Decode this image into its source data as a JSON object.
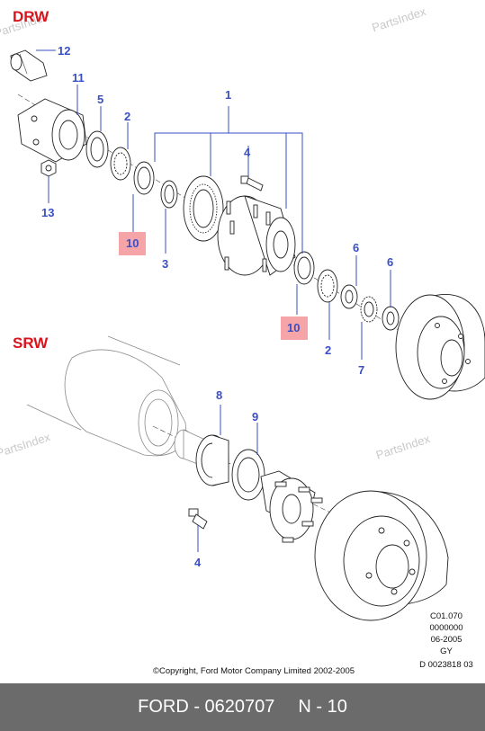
{
  "watermark": "PartsIndex",
  "sections": {
    "drw": "DRW",
    "srw": "SRW"
  },
  "callouts": {
    "c12": "12",
    "c11": "11",
    "c5": "5",
    "c2a": "2",
    "c1": "1",
    "c4a": "4",
    "c13": "13",
    "c10a": "10",
    "c3": "3",
    "c6a": "6",
    "c6b": "6",
    "c10b": "10",
    "c2b": "2",
    "c7": "7",
    "c8": "8",
    "c9": "9",
    "c4b": "4"
  },
  "info_block": [
    "C01.070",
    "0000000",
    "06-2005",
    "GY",
    "D 0023818 03"
  ],
  "copyright": "©Copyright, Ford Motor Company Limited 2002-2005",
  "footer": {
    "part": "FORD - 0620707",
    "ref": "N - 10"
  },
  "colors": {
    "section_label": "#d8141c",
    "callout": "#3a4fc4",
    "highlight": "#f5a5a8",
    "footer_bg": "#6b6b6b"
  }
}
